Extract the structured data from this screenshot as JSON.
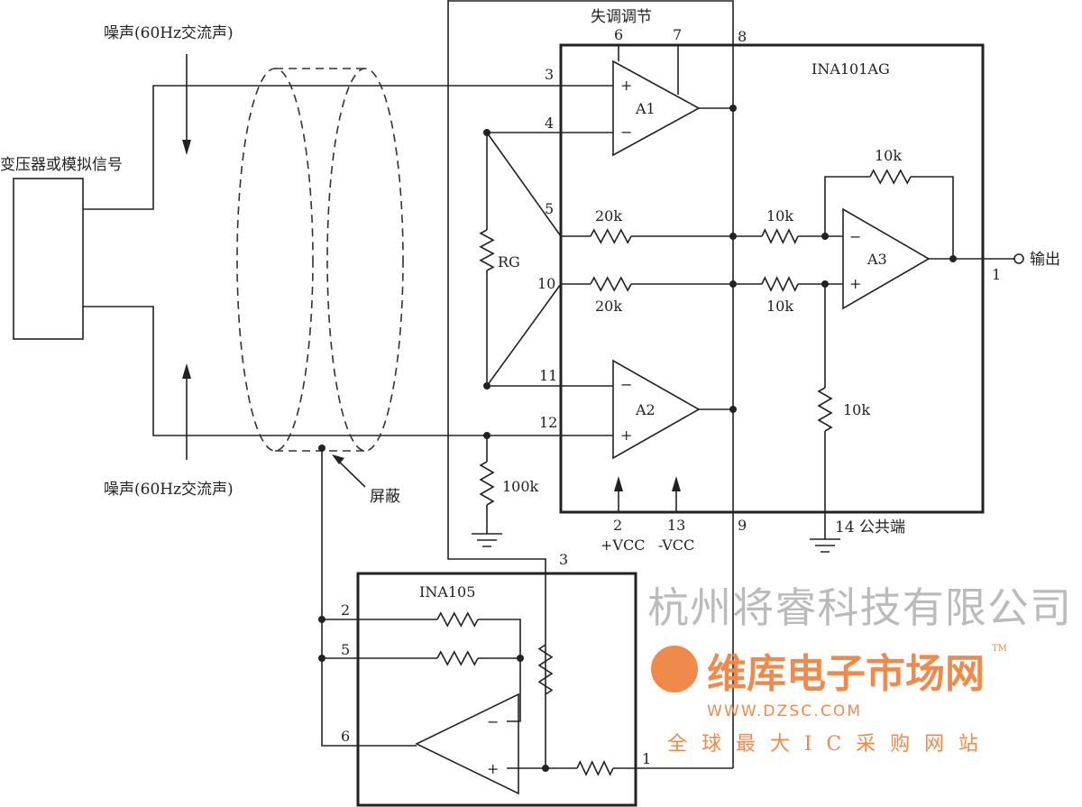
{
  "labels": {
    "transformer": "变压器或模拟信号",
    "noise_top": "噪声(60Hz交流声)",
    "noise_bottom": "噪声(60Hz交流声)",
    "shield": "屏蔽",
    "offset_adjust": "失调调节",
    "ina101": "INA101AG",
    "ina105": "INA105",
    "output": "输出",
    "common": "14 公共端",
    "vcc_pos": "+VCC",
    "vcc_neg": "-VCC",
    "rg": "RG"
  },
  "amps": {
    "a1": "A1",
    "a2": "A2",
    "a3": "A3",
    "plus": "+",
    "minus": "−"
  },
  "pins": {
    "p6": "6",
    "p7": "7",
    "p8": "8",
    "p3": "3",
    "p4": "4",
    "p5": "5",
    "p10": "10",
    "p11": "11",
    "p12": "12",
    "p1": "1",
    "p2": "2",
    "p13": "13",
    "p9": "9",
    "b3": "3",
    "b2": "2",
    "b5": "5",
    "b6": "6",
    "b1": "1"
  },
  "resistors": {
    "r20k_a": "20k",
    "r20k_b": "20k",
    "r10k_a": "10k",
    "r10k_b": "10k",
    "r10k_fb": "10k",
    "r10k_gnd": "10k",
    "r100k": "100k"
  },
  "watermark": {
    "company": "杭州将睿科技有限公司",
    "brand": "维库电子市场网",
    "url": "WWW.DZSC.COM",
    "slogan": "全球最大IC采购网站",
    "tm": "TM"
  }
}
